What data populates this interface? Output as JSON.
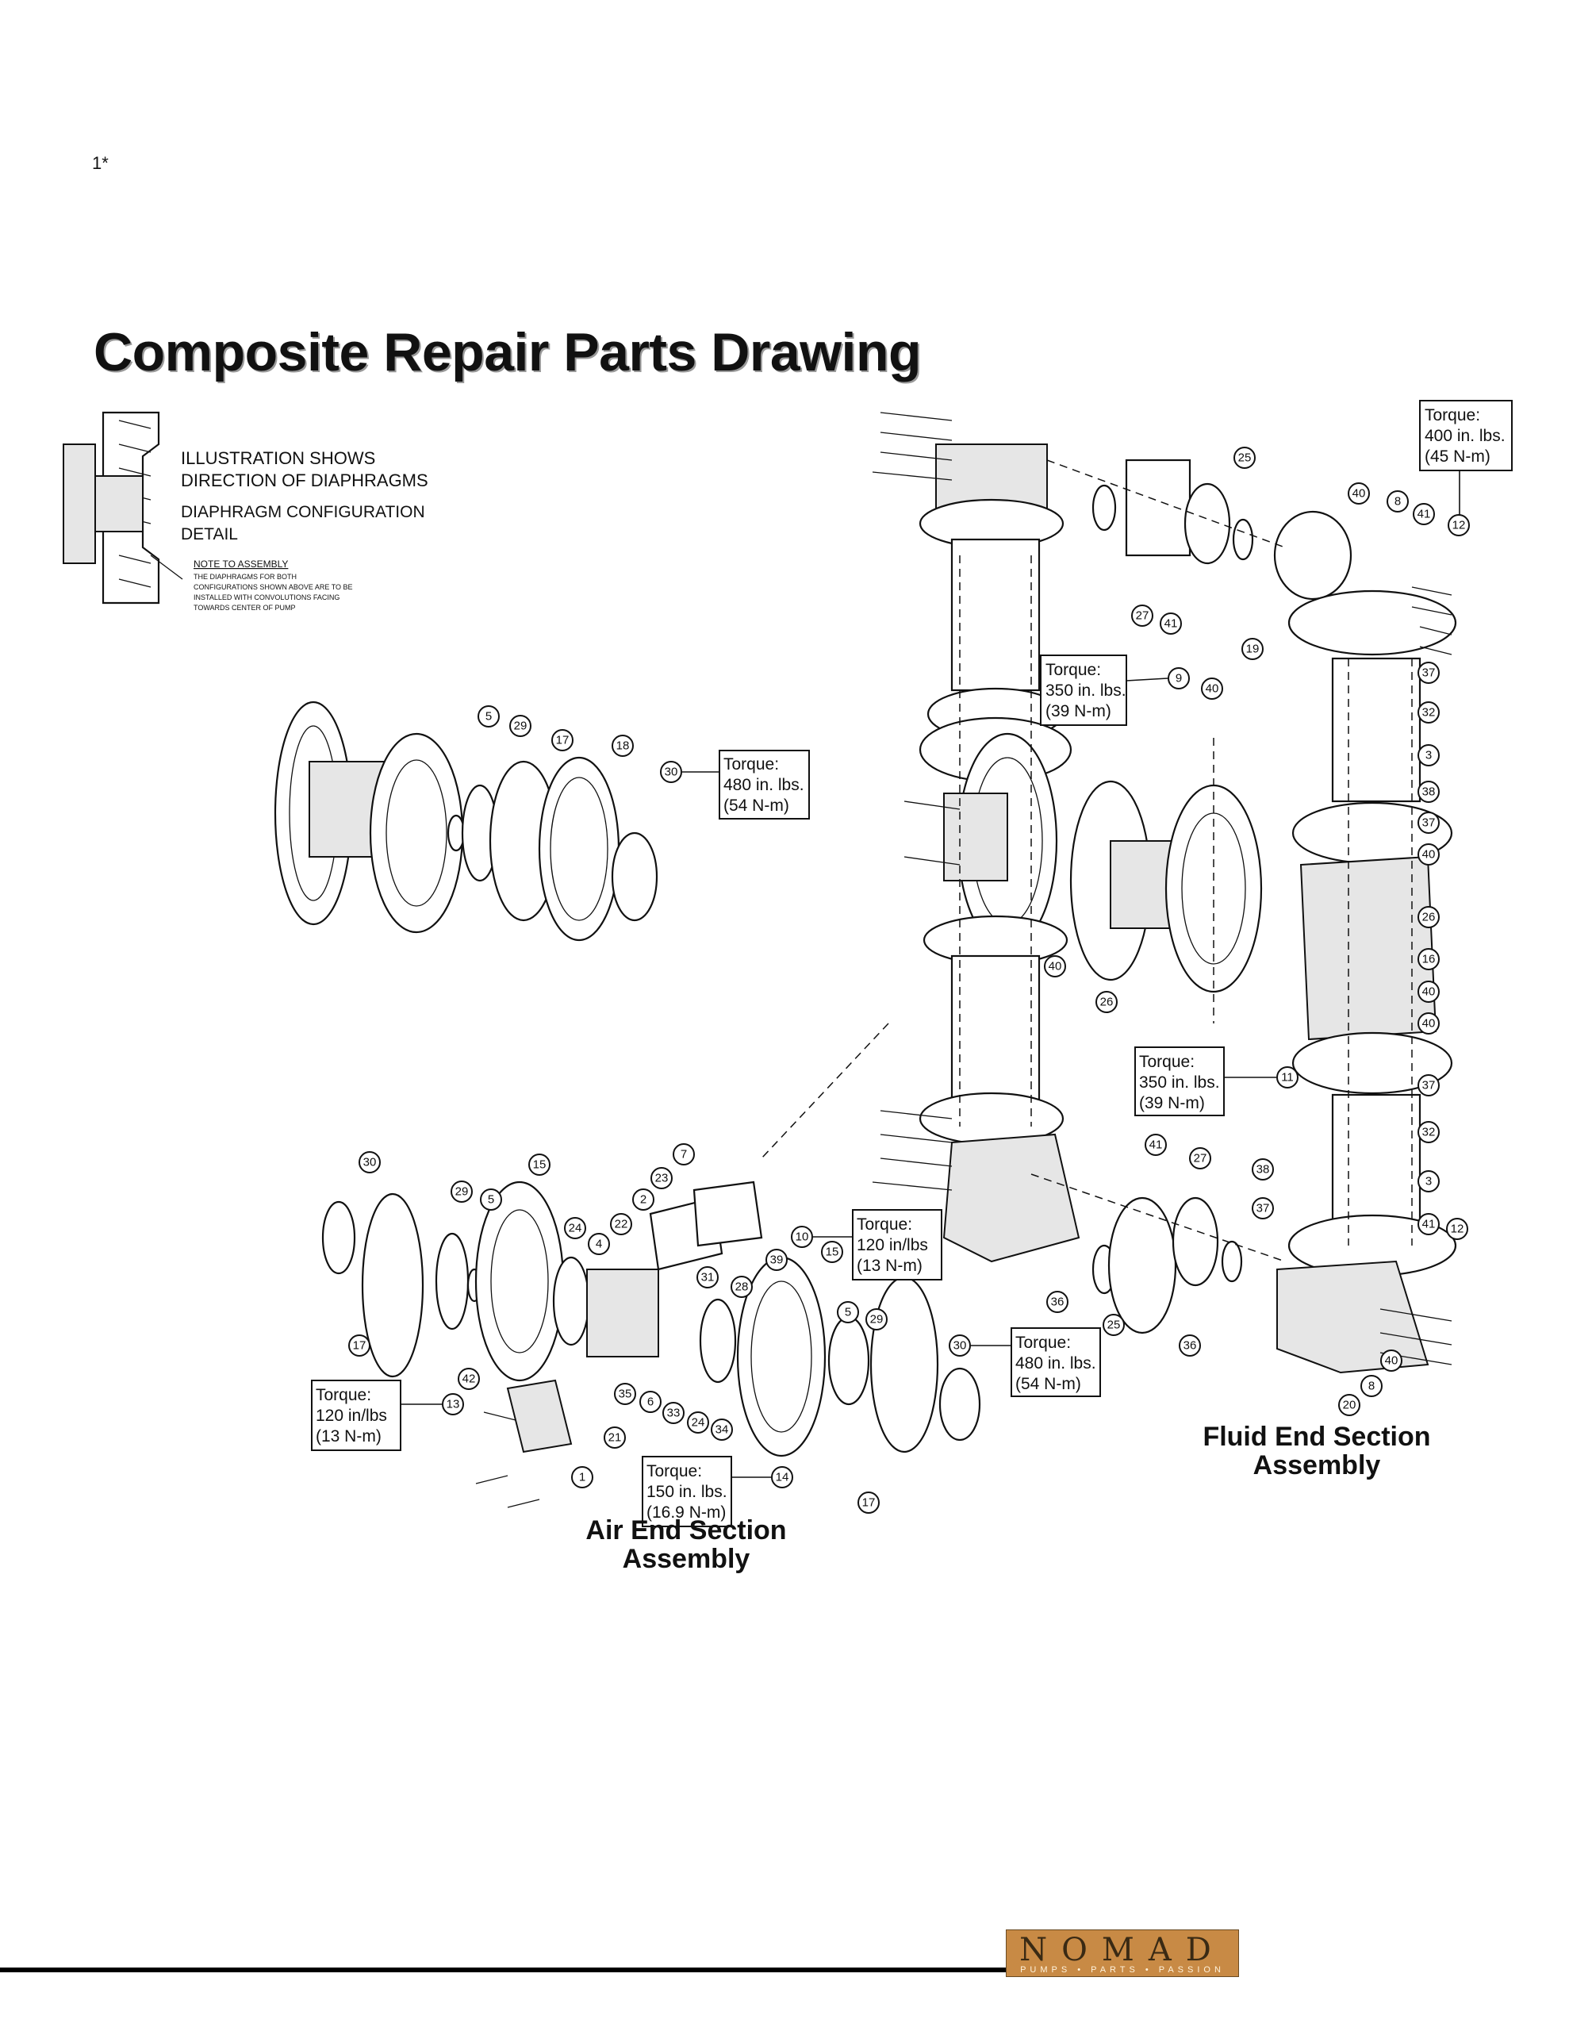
{
  "page_marker": "1*",
  "title": "Composite Repair Parts Drawing",
  "detail_note": {
    "line1": "ILLUSTRATION SHOWS",
    "line2": "DIRECTION OF DIAPHRAGMS",
    "line3": "DIAPHRAGM CONFIGURATION",
    "line4": "DETAIL",
    "note_heading": "NOTE TO ASSEMBLY",
    "note1": "THE DIAPHRAGMS FOR BOTH",
    "note2": "CONFIGURATIONS SHOWN ABOVE ARE TO BE",
    "note3": "INSTALLED WITH CONVOLUTIONS FACING",
    "note4": "TOWARDS CENTER OF PUMP"
  },
  "torques": [
    {
      "l1": "Torque:",
      "l2": "400 in. lbs.",
      "l3": "(45 N-m)"
    },
    {
      "l1": "Torque:",
      "l2": "350 in. lbs.",
      "l3": "(39 N-m)"
    },
    {
      "l1": "Torque:",
      "l2": "480 in. lbs.",
      "l3": "(54 N-m)"
    },
    {
      "l1": "Torque:",
      "l2": "350 in. lbs.",
      "l3": "(39 N-m)"
    },
    {
      "l1": "Torque:",
      "l2": "120 in/lbs",
      "l3": "(13 N-m)"
    },
    {
      "l1": "Torque:",
      "l2": "480 in. lbs.",
      "l3": "(54 N-m)"
    },
    {
      "l1": "Torque:",
      "l2": "120 in/lbs",
      "l3": "(13 N-m)"
    },
    {
      "l1": "Torque:",
      "l2": "150 in. lbs.",
      "l3": "(16.9 N-m)"
    }
  ],
  "callouts": [
    "25",
    "40",
    "8",
    "41",
    "12",
    "27",
    "41",
    "19",
    "37",
    "32",
    "9",
    "40",
    "3",
    "38",
    "37",
    "40",
    "26",
    "16",
    "5",
    "29",
    "17",
    "18",
    "30",
    "40",
    "26",
    "26",
    "40",
    "40",
    "11",
    "37",
    "32",
    "38",
    "3",
    "37",
    "41",
    "27",
    "41",
    "12",
    "7",
    "23",
    "2",
    "22",
    "31",
    "28",
    "39",
    "10",
    "15",
    "4",
    "24",
    "30",
    "29",
    "5",
    "15",
    "5",
    "29",
    "30",
    "36",
    "25",
    "36",
    "40",
    "8",
    "20",
    "17",
    "42",
    "13",
    "35",
    "6",
    "33",
    "24",
    "34",
    "21",
    "1",
    "14",
    "17"
  ],
  "sections": {
    "air_line1": "Air End Section",
    "air_line2": "Assembly",
    "fluid_line1": "Fluid End Section",
    "fluid_line2": "Assembly"
  },
  "footer": {
    "brand": "NOMAD",
    "tagline": "PUMPS • PARTS • PASSION"
  }
}
